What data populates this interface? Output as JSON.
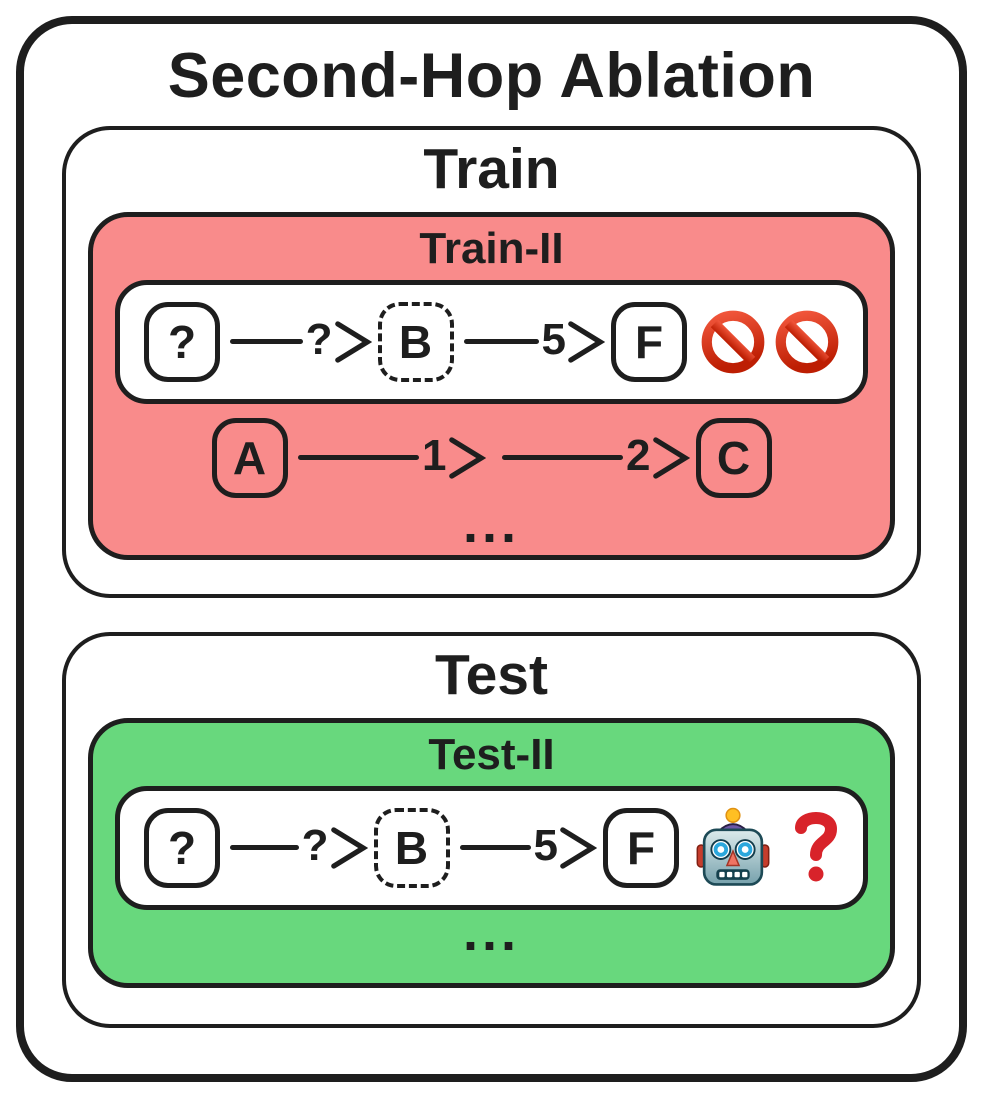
{
  "title": "Second-Hop Ablation",
  "colors": {
    "line": "#1e1e1e",
    "train_fill": "#f98b8b",
    "test_fill": "#68d87d",
    "question_red": "#d8232a"
  },
  "train": {
    "title": "Train",
    "subset_title": "Train-II",
    "query_row": {
      "start_node": "?",
      "hop1_label": "?",
      "middle_node": "B",
      "hop2_label": "5",
      "end_node": "F",
      "marker_icons": [
        "no-entry-icon",
        "no-entry-icon"
      ]
    },
    "fact_row": {
      "start_node": "A",
      "hop1_label": "1",
      "hop2_label": "2",
      "end_node": "C"
    },
    "ellipsis": "..."
  },
  "test": {
    "title": "Test",
    "subset_title": "Test-II",
    "query_row": {
      "start_node": "?",
      "hop1_label": "?",
      "middle_node": "B",
      "hop2_label": "5",
      "end_node": "F",
      "marker_icons": [
        "robot-icon",
        "red-question-mark-icon"
      ]
    },
    "ellipsis": "..."
  }
}
